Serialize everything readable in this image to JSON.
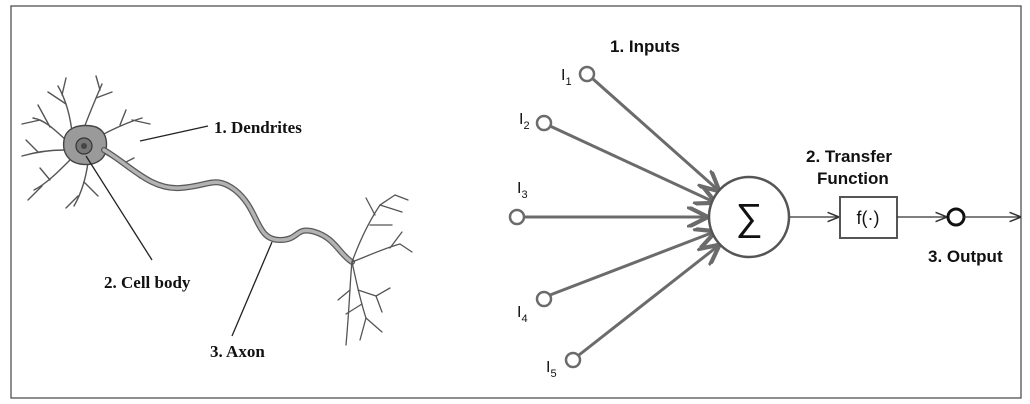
{
  "biological_neuron": {
    "labels": {
      "dendrites": "1. Dendrites",
      "cell_body": "2. Cell body",
      "axon": "3. Axon"
    }
  },
  "artificial_neuron": {
    "inputs_title": "1. Inputs",
    "inputs": [
      {
        "base": "I",
        "sub": "1"
      },
      {
        "base": "I",
        "sub": "2"
      },
      {
        "base": "I",
        "sub": "3"
      },
      {
        "base": "I",
        "sub": "4"
      },
      {
        "base": "I",
        "sub": "5"
      }
    ],
    "summation_symbol": "∑",
    "transfer_title_line1": "2. Transfer",
    "transfer_title_line2": "Function",
    "transfer_box": "f(·)",
    "output_title": "3. Output"
  }
}
